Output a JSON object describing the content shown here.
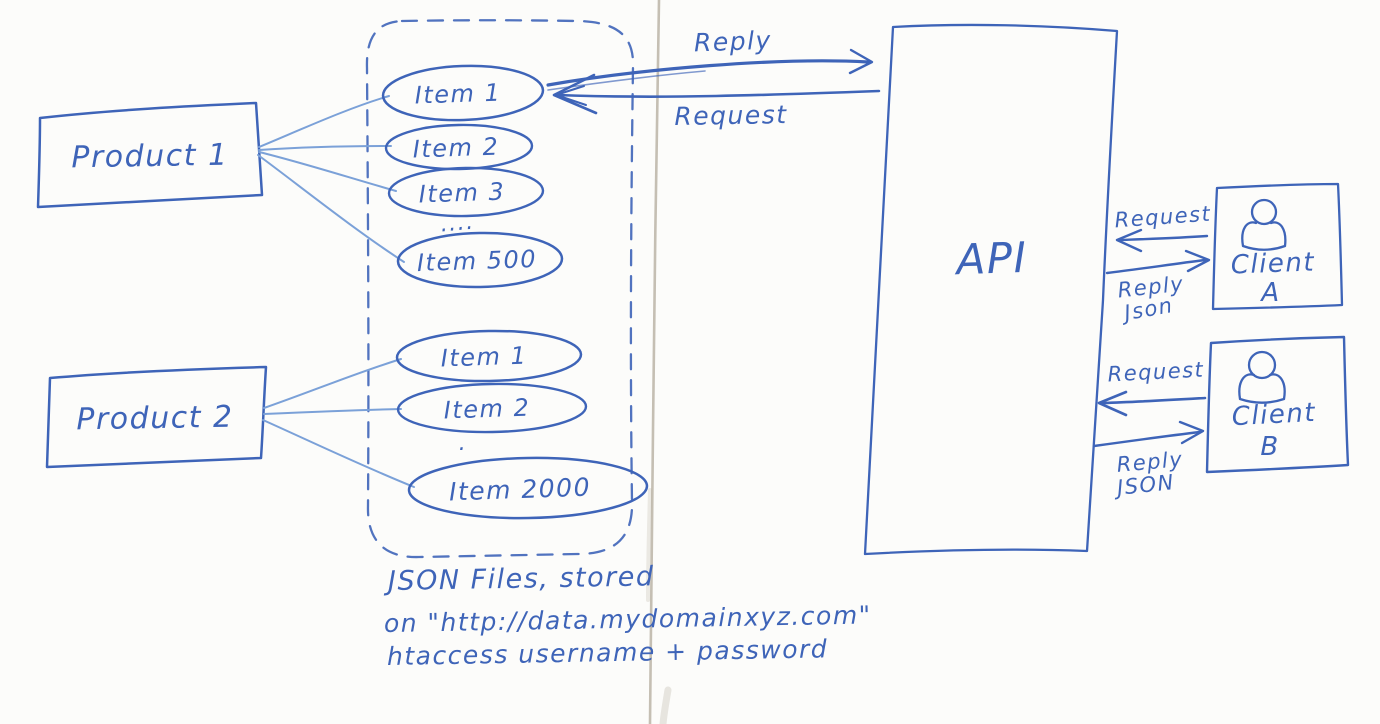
{
  "sketch": {
    "products": [
      {
        "label": "Product 1"
      },
      {
        "label": "Product 2"
      }
    ],
    "group1": {
      "items": [
        "Item 1",
        "Item 2",
        "Item 3",
        "Item 500"
      ],
      "ellipsis": "...."
    },
    "group2": {
      "items": [
        "Item 1",
        "Item 2",
        "Item 2000"
      ],
      "tick": "."
    },
    "api": {
      "label": "API"
    },
    "clients": [
      {
        "word": "Client",
        "letter": "A"
      },
      {
        "word": "Client",
        "letter": "B"
      }
    ],
    "arrows": {
      "reply": "Reply",
      "request": "Request",
      "client_a_request": "Request",
      "client_a_reply_word": "Reply",
      "client_a_reply_format": "Json",
      "client_b_request": "Request",
      "client_b_reply_word": "Reply",
      "client_b_reply_format": "JSON"
    },
    "caption": {
      "line1": "JSON Files, stored",
      "line2": "on \"http://data.mydomainxyz.com\"",
      "line3": "htaccess  username + password"
    },
    "colors": {
      "ink": "#3e64b8",
      "ink_light": "#7ba1d8",
      "paper": "#fcfcfa",
      "fold": "#b6afa1"
    }
  }
}
